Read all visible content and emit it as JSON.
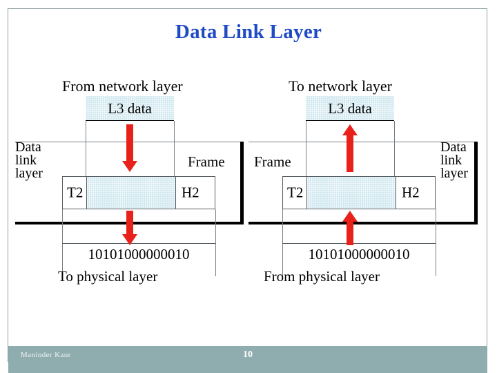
{
  "slide": {
    "title": "Data Link Layer",
    "title_color": "#1f4bc4",
    "background": "#ffffff",
    "border_color": "#8d9fa3"
  },
  "left_diagram": {
    "top_caption": "From network layer",
    "payload_label": "L3 data",
    "side_label": "Data\nlink\nlayer",
    "frame_label": "Frame",
    "trailer_tag": "T2",
    "header_tag": "H2",
    "bits": "10101000000010",
    "bottom_caption": "To physical layer",
    "arrow_direction": "down"
  },
  "right_diagram": {
    "top_caption": "To network layer",
    "payload_label": "L3 data",
    "side_label": "Data\nlink\nlayer",
    "frame_label": "Frame",
    "trailer_tag": "T2",
    "header_tag": "H2",
    "bits": "10101000000010",
    "bottom_caption": "From physical layer",
    "arrow_direction": "up"
  },
  "colors": {
    "payload_fill": "#cfe7ef",
    "arrow_red": "#e8221b",
    "footer_bar": "#8fadaf"
  },
  "footer": {
    "author": "Maninder Kaur",
    "subtitle": "",
    "page_number": "10"
  }
}
